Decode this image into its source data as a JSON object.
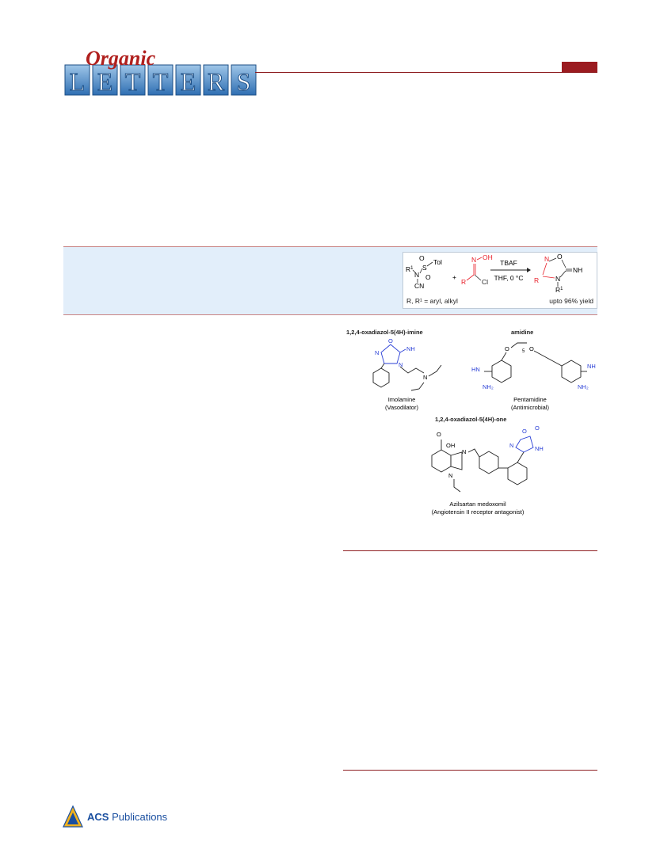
{
  "journal": {
    "logo_script": "Organic",
    "logo_letters": [
      "L",
      "E",
      "T",
      "T",
      "E",
      "R",
      "S"
    ]
  },
  "toc": {
    "reagent1": {
      "substituent_top": "Tol",
      "r_label": "R",
      "r_sup": "1",
      "nitrile": "CN"
    },
    "plus": "+",
    "reagent2": {
      "oxime": "OH",
      "r_label": "R",
      "chloride": "Cl"
    },
    "arrow_top": "TBAF",
    "arrow_bottom": "THF, 0 °C",
    "product": {
      "imine": "NH",
      "r_label": "R",
      "n_sub": "R",
      "n_sub_sup": "1"
    },
    "caption_left": "R, R¹ = aryl, alkyl",
    "caption_right": "upto 96% yield"
  },
  "figure": {
    "heading_imine": "1,2,4-oxadiazol-5(4H)-imine",
    "heading_amidine": "amidine",
    "heading_one": "1,2,4-oxadiazol-5(4H)-one",
    "imolamine_name": "Imolamine",
    "imolamine_use": "(Vasodilator)",
    "pentamidine_name": "Pentamidine",
    "pentamidine_use": "(Antimicrobial)",
    "azilsartan_name": "Azilsartan medoxomil",
    "azilsartan_use": "(Angiotensin II receptor antagonist)",
    "atoms": {
      "nh": "NH",
      "n": "N",
      "o": "O",
      "hn": "HN",
      "nh2": "NH₂",
      "oh": "OH",
      "sub5": "5"
    }
  },
  "footer": {
    "publisher_bold": "ACS",
    "publisher_rest": " Publications"
  },
  "colors": {
    "accent_red": "#9b1b20",
    "band_blue": "#e2eefa",
    "struct_blue": "#2a3fd6",
    "struct_red": "#e8202a"
  }
}
